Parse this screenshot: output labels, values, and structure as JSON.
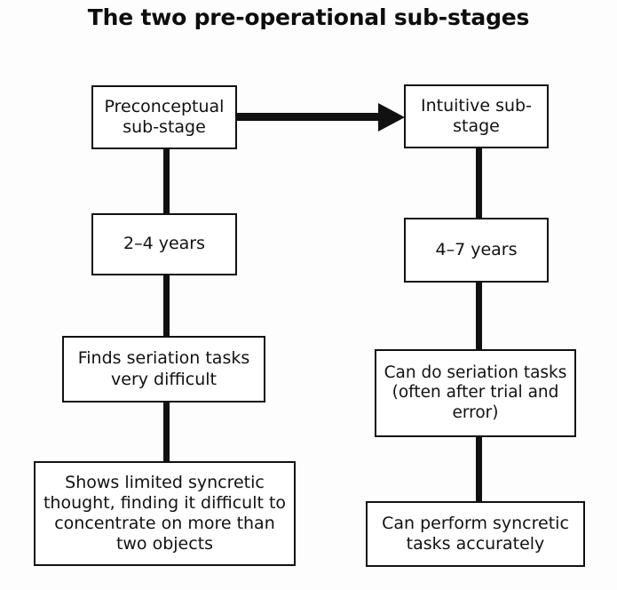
{
  "title": "The two pre-operational sub-stages",
  "colors": {
    "background": "#fdfdfd",
    "box_fill": "#ffffff",
    "line": "#111111",
    "text": "#111111"
  },
  "diagram": {
    "type": "flowchart",
    "columns": [
      {
        "name": "preconceptual-column",
        "nodes": [
          {
            "id": "preconceptual-sub-stage",
            "label": "Preconceptual sub-stage"
          },
          {
            "id": "age-range-left",
            "label": "2–4 years"
          },
          {
            "id": "seriation-left",
            "label": "Finds seriation tasks very difficult"
          },
          {
            "id": "syncretic-left",
            "label": "Shows limited syncretic thought, finding it difficult to concentrate on more than two objects"
          }
        ]
      },
      {
        "name": "intuitive-column",
        "nodes": [
          {
            "id": "intuitive-sub-stage",
            "label": "Intuitive sub-stage"
          },
          {
            "id": "age-range-right",
            "label": "4–7 years"
          },
          {
            "id": "seriation-right",
            "label": "Can do seriation tasks (often after trial and error)"
          },
          {
            "id": "syncretic-right",
            "label": "Can perform syncretic tasks accurately"
          }
        ]
      }
    ],
    "arrow": {
      "id": "preconceptual-to-intuitive-arrow",
      "label": "",
      "direction": "right",
      "from": "preconceptual-sub-stage",
      "to": "intuitive-sub-stage"
    }
  }
}
